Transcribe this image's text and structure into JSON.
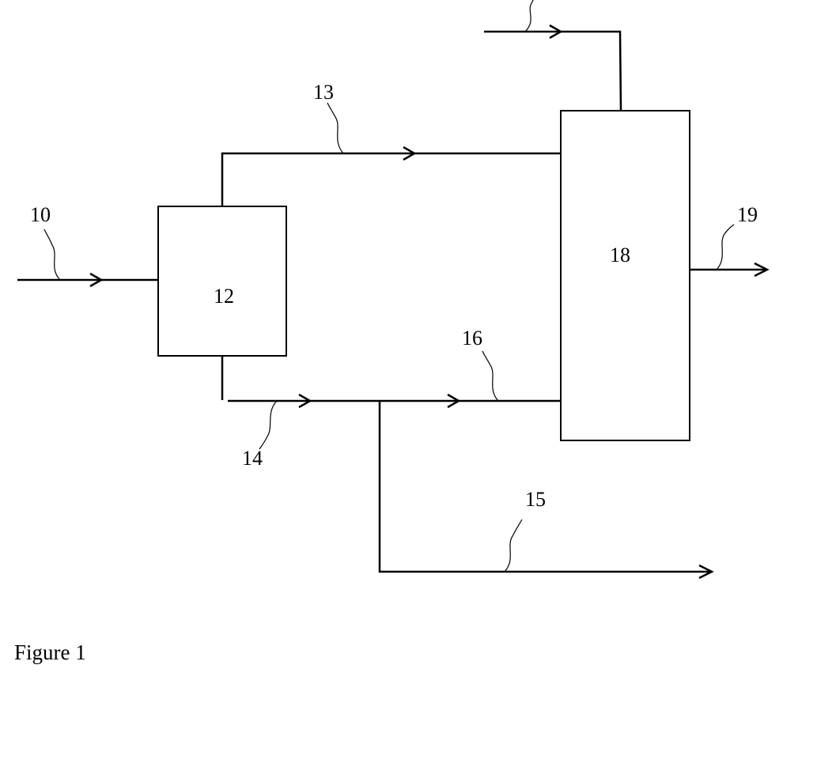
{
  "units": {
    "block_12": "12",
    "block_18": "18"
  },
  "streams": {
    "s10": "10",
    "s13": "13",
    "s14": "14",
    "s15": "15",
    "s16": "16",
    "s19": "19"
  },
  "caption": "Figure 1"
}
